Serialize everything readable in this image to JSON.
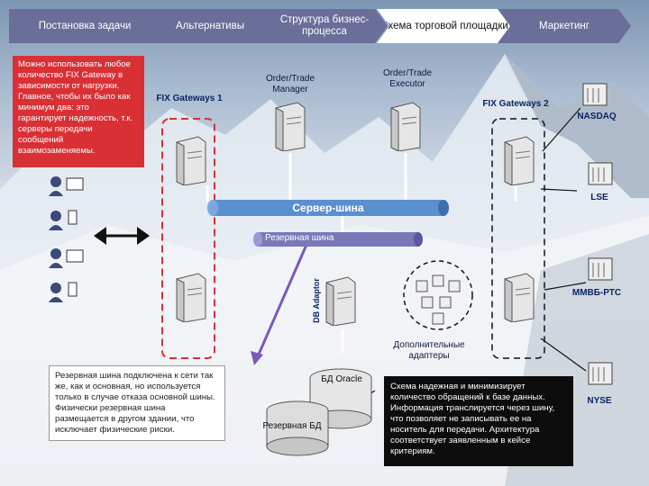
{
  "tabs": [
    "Постановка задачи",
    "Альтернативы",
    "Структура бизнес-процесса",
    "Схема торговой площадки",
    "Маркетинг"
  ],
  "active_tab": "Схема торговой площадки",
  "note_top": "Можно использовать любое количество FIX Gateway в зависимости от нагрузки. Главное, чтобы их было как минимум два: это гарантирует надежность, т.к. серверы передачи сообщений взаимозаменяемы.",
  "note_backup": "Резервная шина подключена к сети так же, как и основная, но используется только в случае отказа основной шины. Физически резервная шина размещается в другом здании, что исключает физические риски.",
  "note_bottom": "Схема надежная и минимизирует количество обращений к базе данных. Информация транслируется через шину, что позволяет не записывать ее на носитель для передачи. Архитектура соответствует заявленным в кейсе критериям.",
  "labels": {
    "fix1": "FIX Gateways 1",
    "fix2": "FIX Gateways 2",
    "order_manager": "Order/Trade Manager",
    "order_executor": "Order/Trade Executor",
    "main_bus": "Сервер-шина",
    "backup_bus": "Резервная шина",
    "db_adaptor": "DB Adaptor",
    "extra_adapters": "Дополнительные адаптеры",
    "db_oracle": "БД Oracle",
    "backup_db": "Резервная БД"
  },
  "exchanges": [
    "NASDAQ",
    "LSE",
    "ММВБ-РТС",
    "NYSE"
  ],
  "colors": {
    "tab": "#6a6e99",
    "red": "#d93035",
    "bus": "#5a8fd0",
    "backup_bus": "#7a78b8",
    "arrow": "#7b59b8"
  }
}
